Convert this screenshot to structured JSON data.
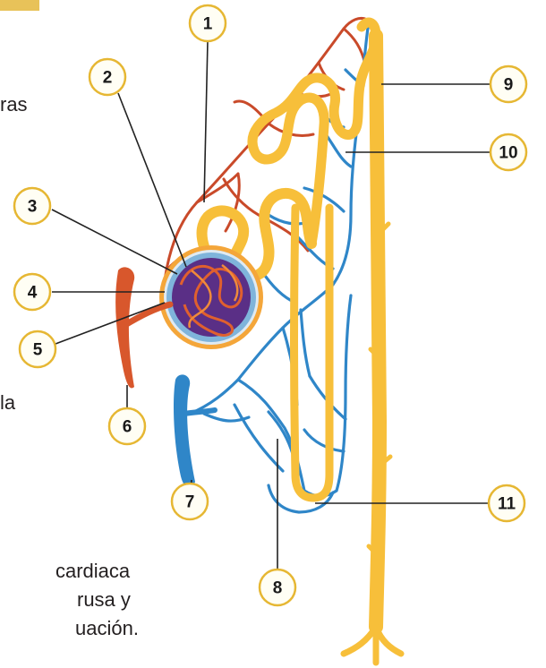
{
  "colors": {
    "artery": "#d8572c",
    "arteriole": "#c94a2a",
    "vein": "#2f86c8",
    "tubule": "#f7bf3a",
    "tubule_light": "#fcd46a",
    "glomerulus_core": "#5a2f86",
    "capsule": "#f4a63a",
    "callout_ring": "#e6b733",
    "corner_tab": "#e8c259"
  },
  "text_fragments": [
    {
      "text": "ras"
    },
    {
      "text": "la"
    },
    {
      "text": " cardiaca"
    },
    {
      "text": " rusa y"
    },
    {
      "text": "uación."
    }
  ],
  "callouts": [
    {
      "label": "1"
    },
    {
      "label": "2"
    },
    {
      "label": "3"
    },
    {
      "label": "4"
    },
    {
      "label": "5"
    },
    {
      "label": "6"
    },
    {
      "label": "7"
    },
    {
      "label": "8"
    },
    {
      "label": "9"
    },
    {
      "label": "10"
    },
    {
      "label": "11"
    }
  ]
}
